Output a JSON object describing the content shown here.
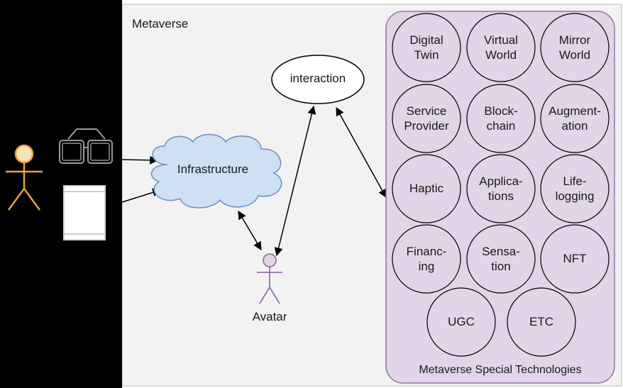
{
  "diagram": {
    "panel_label": "Metaverse",
    "interaction_label": "interaction",
    "infrastructure_label": "Infrastructure",
    "avatar_label": "Avatar",
    "technologies_title": "Metaverse Special Technologies",
    "technologies": [
      "Digital\nTwin",
      "Virtual\nWorld",
      "Mirror\nWorld",
      "Service\nProvider",
      "Block-\nchain",
      "Augment-\nation",
      "Haptic",
      "Applica-\ntions",
      "Life-\nlogging",
      "Financ-\ning",
      "Sensa-\ntion",
      "NFT",
      "UGC",
      "ETC"
    ],
    "colors": {
      "left_band": "#000000",
      "panel_bg": "#f2f2f2",
      "cloud_fill": "#cfe0f3",
      "cloud_stroke": "#6c8ebf",
      "tech_fill": "#e1d5e7",
      "tech_stroke": "#9673a6",
      "user_stroke": "#e8a33a",
      "user_head": "#fbe3b8",
      "avatar_stroke": "#9673a6",
      "avatar_head": "#e1d5e7"
    },
    "icons": [
      "user-figure-icon",
      "vr-glasses-icon",
      "device-icon",
      "avatar-figure-icon"
    ]
  }
}
